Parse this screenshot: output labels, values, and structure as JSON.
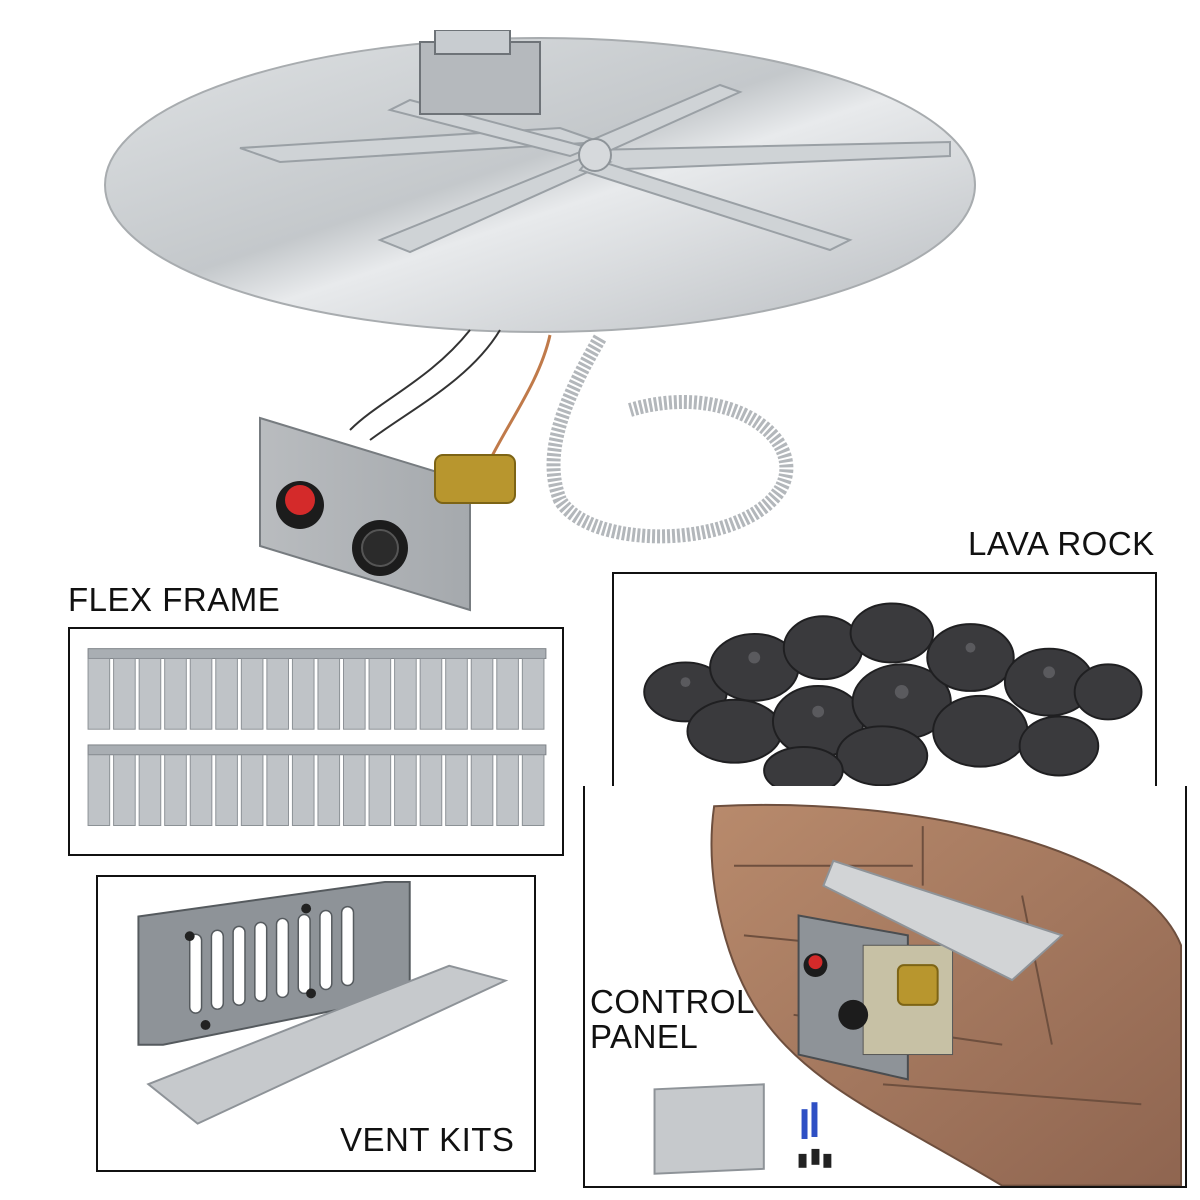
{
  "labels": {
    "lava_rock": "LAVA ROCK",
    "flex_frame": "FLEX FRAME",
    "vent_kits": "VENT KITS",
    "control_panel": "CONTROL\nPANEL"
  },
  "colors": {
    "steel": "#c9cccf",
    "steel_dark": "#9ea3a8",
    "brass": "#b8962e",
    "ignite_button": "#d42a2a",
    "lava": "#3a3a3d",
    "brick": "#a57a60",
    "frame_stroke": "#111111"
  },
  "icons": [
    "burner-pan-icon",
    "control-knob-icon",
    "ignite-button-icon",
    "flex-hose-icon"
  ]
}
